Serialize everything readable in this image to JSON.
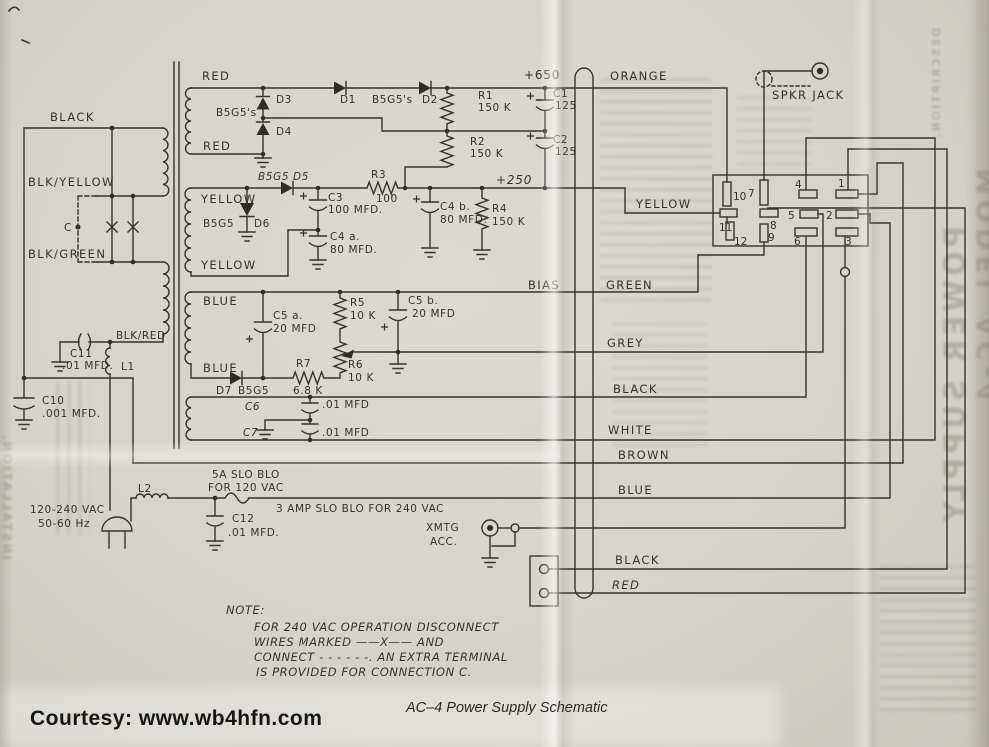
{
  "footer": {
    "caption": "AC–4 Power Supply Schematic",
    "courtesy": "Courtesy: www.wb4hfn.com"
  },
  "note": {
    "title": "NOTE:",
    "l1": "FOR 240 VAC OPERATION DISCONNECT",
    "l2": "WIRES MARKED ——X—— AND",
    "l3": "CONNECT - - - - - -. AN EXTRA TERMINAL",
    "l4": "IS PROVIDED FOR CONNECTION C."
  },
  "connector": {
    "pins": [
      "10",
      "7",
      "4",
      "1",
      "11",
      "8",
      "5",
      "2",
      "12",
      "9",
      "6",
      "3"
    ]
  },
  "ghost": {
    "model": "MODEL AC-4",
    "power": "POWER SUPPLY",
    "desc": "DESCRIPTION.",
    "install": "INSTALLATION."
  },
  "s": {
    "black": "BLACK",
    "blk_yellow": "BLK/YELLOW",
    "c_term": "C",
    "blk_green": "BLK/GREEN",
    "blk_red": "BLK/RED",
    "c11": "C11",
    "c11v": ".01 MFD.",
    "l1": "L1",
    "c10": "C10",
    "c10v": ".001 MFD.",
    "vac": "120-240 VAC",
    "hz": "50-60 Hz",
    "l2": "L2",
    "fuse_a": "5A SLO BLO",
    "fuse_b": "FOR 120 VAC",
    "fuse_c": "3 AMP SLO BLO FOR 240 VAC",
    "c12": "C12",
    "c12v": ".01 MFD.",
    "red_top": "RED",
    "red_bot": "RED",
    "b5g5s_dd": "B5G5's",
    "d3": "D3",
    "d4": "D4",
    "d1": "D1",
    "b5g5s_top": "B5G5's",
    "d2": "D2",
    "r1": "R1",
    "r1v": "150 K",
    "c1": "C1",
    "c1v": "125",
    "r2": "R2",
    "r2v": "150 K",
    "c2": "C2",
    "c2v": "125",
    "v650": "+650",
    "orange": "ORANGE",
    "spkr": "SPKR JACK",
    "b5g5_d5": "B5G5 D5",
    "yel_top": "YELLOW",
    "yel_bot": "YELLOW",
    "b5g5": "B5G5",
    "d6": "D6",
    "c3": "C3",
    "c3v": "100 MFD.",
    "c4a": "C4 a.",
    "c4av": "80 MFD.",
    "r3": "R3",
    "r3v": "100",
    "v250": "+250",
    "c4b": "C4 b.",
    "c4bv": "80 MFD.",
    "r4": "R4",
    "r4v": "150 K",
    "yellow": "YELLOW",
    "bias": "BIAS",
    "green": "GREEN",
    "blue_top": "BLUE",
    "blue_bot": "BLUE",
    "c5a": "C5 a.",
    "c5av": "20 MFD",
    "r5": "R5",
    "r5v": "10 K",
    "c5b": "C5 b.",
    "c5bv": "20 MFD",
    "r6": "R6",
    "r6v": "10 K",
    "r7": "R7",
    "r7v": "6.8 K",
    "d7": "D7",
    "d7v": "B5G5",
    "grey": "GREY",
    "black_w": "BLACK",
    "c6": "C6",
    "c6v": ".01 MFD",
    "c7": "C7",
    "c7v": ".01 MFD",
    "white": "WHITE",
    "brown": "BROWN",
    "blue_w": "BLUE",
    "xmtg": "XMTG",
    "acc": "ACC.",
    "black2": "BLACK",
    "red_w": "RED"
  }
}
